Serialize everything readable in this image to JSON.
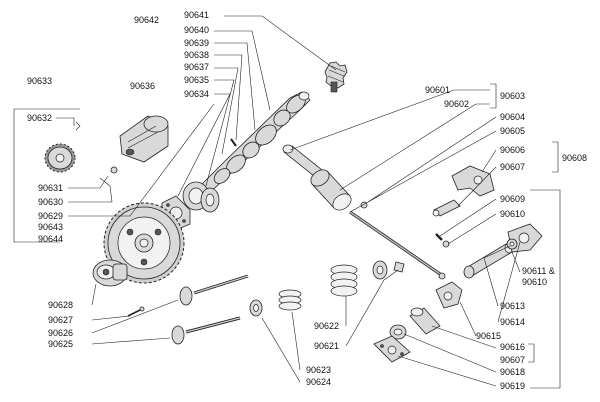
{
  "labels": {
    "p90642": "90642",
    "p90641": "90641",
    "p90640": "90640",
    "p90639": "90639",
    "p90638": "90638",
    "p90637": "90637",
    "p90635": "90635",
    "p90634": "90634",
    "p90636": "90636",
    "p90633": "90633",
    "p90632": "90632",
    "p90631": "90631",
    "p90630": "90630",
    "p90629": "90629",
    "p90643": "90643",
    "p90644": "90644",
    "p90601": "90601",
    "p90602": "90602",
    "p90603": "90603",
    "p90604": "90604",
    "p90605": "90605",
    "p90606": "90606",
    "p90607a": "90607",
    "p90608": "90608",
    "p90609": "90609",
    "p90610": "90610",
    "p90611": "90611 &",
    "p90610b": "90610",
    "p90613": "90613",
    "p90614": "90614",
    "p90615": "90615",
    "p90616": "90616",
    "p90607b": "90607",
    "p90618": "90618",
    "p90619": "90619",
    "p90628": "90628",
    "p90627": "90627",
    "p90626": "90626",
    "p90625": "90625",
    "p90622": "90622",
    "p90621": "90621",
    "p90623": "90623",
    "p90624": "90624"
  }
}
